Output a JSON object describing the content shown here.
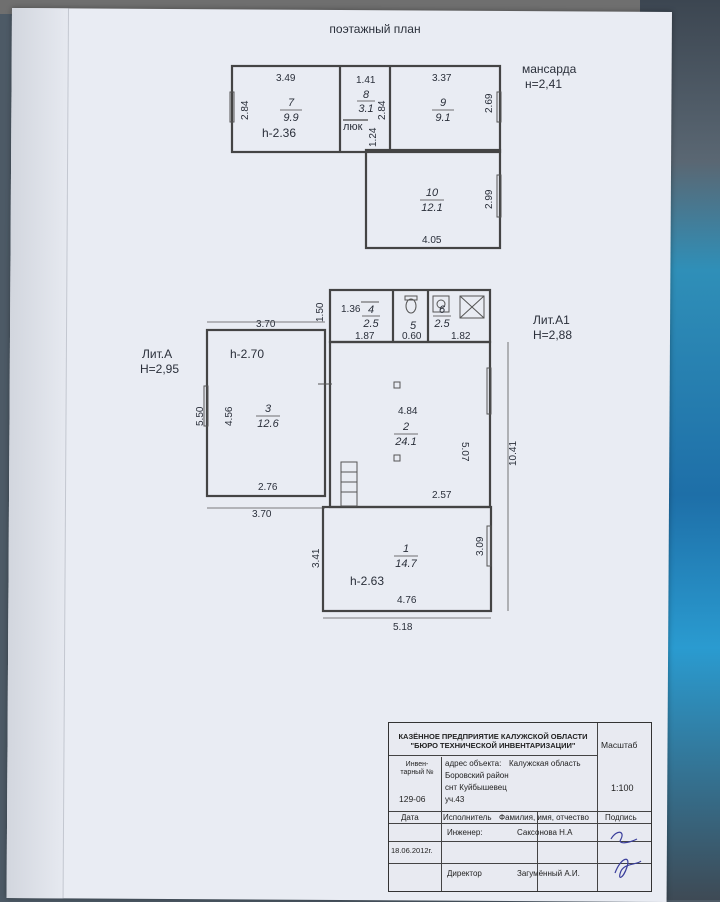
{
  "title": "поэтажный план",
  "attic": {
    "name": "мансарда",
    "height": "н=2,41"
  },
  "lit_a": {
    "name": "Лит.А",
    "height": "Н=2,95"
  },
  "lit_a1": {
    "name": "Лит.А1",
    "height": "Н=2,88"
  },
  "hatch_label": "люк",
  "rooms": [
    {
      "num": "7",
      "area": "9.9"
    },
    {
      "num": "8",
      "area": "3.1"
    },
    {
      "num": "9",
      "area": "9.1"
    },
    {
      "num": "10",
      "area": "12.1"
    },
    {
      "num": "4",
      "area": "2.5"
    },
    {
      "num": "5",
      "area": ""
    },
    {
      "num": "6",
      "area": "2.5"
    },
    {
      "num": "3",
      "area": "12.6"
    },
    {
      "num": "2",
      "area": "24.1"
    },
    {
      "num": "1",
      "area": "14.7"
    }
  ],
  "heights": {
    "room7": "h-2.36",
    "room3": "h-2.70",
    "room1": "h-2.63"
  },
  "dims": {
    "d349": "3.49",
    "d141": "1.41",
    "d337": "3.37",
    "d284a": "2.84",
    "d284b": "2.84",
    "d269": "2.69",
    "d124": "1.24",
    "d299": "2.99",
    "d405": "4.05",
    "d150": "1.50",
    "d136": "1.36",
    "d370a": "3.70",
    "d187": "1.87",
    "d060": "0.60",
    "d182": "1.82",
    "d550": "5.50",
    "d456": "4.56",
    "d484": "4.84",
    "d507": "5.07",
    "d1041": "10.41",
    "d276": "2.76",
    "d257": "2.57",
    "d370b": "3.70",
    "d341": "3.41",
    "d309": "3.09",
    "d476": "4.76",
    "d518": "5.18"
  },
  "stamp": {
    "org": "КАЗЁННОЕ ПРЕДПРИЯТИЕ КАЛУЖСКОЙ ОБЛАСТИ \"БЮРО ТЕХНИЧЕСКОЙ ИНВЕНТАРИЗАЦИИ\"",
    "scale_label": "Масштаб",
    "inv_label": "Инвен-тарный №",
    "inv_num": "129-06",
    "addr_label": "адрес объекта:",
    "addr1": "Калужская область",
    "addr2": "Боровский район",
    "addr3": "снт Куйбышевец",
    "addr4": "уч.43",
    "scale": "1:100",
    "date_label": "Дата",
    "exec_label": "Исполнитель",
    "fio_label": "Фамилия, имя, отчество",
    "sign_label": "Подпись",
    "eng_label": "Инженер:",
    "eng_name": "Саксонова Н.А",
    "date": "18.06.2012г.",
    "dir_label": "Директор",
    "dir_name": "Загумённый А.И."
  }
}
